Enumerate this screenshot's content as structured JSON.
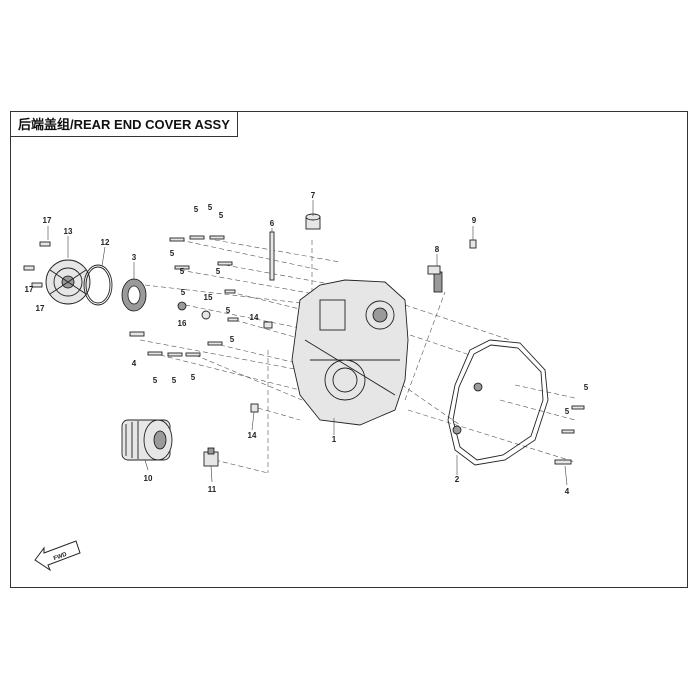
{
  "title": "后端盖组/REAR END COVER ASSY",
  "fwd_label": "FWD",
  "callouts": {
    "c1": "1",
    "c2": "2",
    "c3": "3",
    "c4a": "4",
    "c4b": "4",
    "c5a": "5",
    "c5b": "5",
    "c5c": "5",
    "c5d": "5",
    "c5e": "5",
    "c5f": "5",
    "c5g": "5",
    "c5h": "5",
    "c5i": "5",
    "c5j": "5",
    "c5k": "5",
    "c5l": "5",
    "c5m": "5",
    "c5n": "5",
    "c6": "6",
    "c7": "7",
    "c8": "8",
    "c9": "9",
    "c10": "10",
    "c11": "11",
    "c12": "12",
    "c13": "13",
    "c14a": "14",
    "c14b": "14",
    "c15": "15",
    "c16": "16",
    "c17a": "17",
    "c17b": "17",
    "c17c": "17"
  }
}
